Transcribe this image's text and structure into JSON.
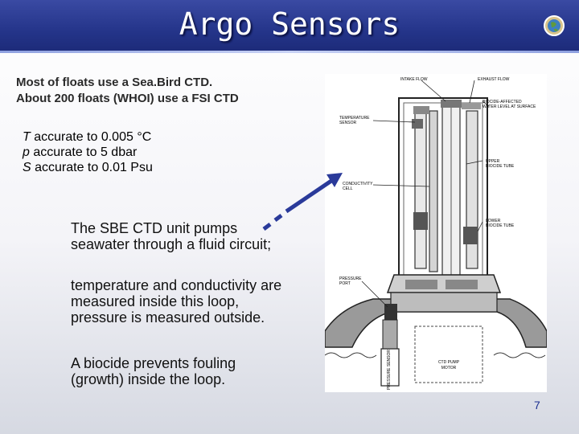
{
  "slide": {
    "title": "Argo Sensors",
    "line1": "Most of floats use a Sea.Bird CTD.",
    "line2": "About 200 floats (WHOI) use a FSI CTD",
    "accuracy": [
      {
        "var": "T",
        "text": " accurate to 0.005 °C"
      },
      {
        "var": "p",
        "text": " accurate to 5 dbar"
      },
      {
        "var": "S",
        "text": " accurate to 0.01 Psu"
      }
    ],
    "para1_line1": "The SBE CTD unit pumps",
    "para1_line2": "seawater through a fluid circuit;",
    "para2_line1": "temperature and conductivity are",
    "para2_line2": "measured inside this loop,",
    "para2_line3": "pressure is measured outside.",
    "para3_line1": "A biocide prevents fouling",
    "para3_line2": "(growth) inside the loop.",
    "page_number": "7"
  },
  "diagram": {
    "labels": {
      "intake": "INTAKE FLOW",
      "exhaust": "EXHAUST FLOW",
      "biocide_level_1": "BIOCIDE-AFFECTED",
      "biocide_level_2": "WATER LEVEL AT SURFACE",
      "temp_1": "TEMPERATURE",
      "temp_2": "SENSOR",
      "upper_1": "UPPER",
      "upper_2": "BIOCIDE TUBE",
      "cond_1": "CONDUCTIVITY",
      "cond_2": "CELL",
      "lower_1": "LOWER",
      "lower_2": "BIOCIDE TUBE",
      "press_1": "PRESSURE",
      "press_2": "PORT",
      "pump_1": "CTD PUMP",
      "pump_2": "MOTOR",
      "sensor": "PRESSURE SENSOR"
    }
  },
  "colors": {
    "title_bar": "#243489",
    "arrow": "#2a3a9a",
    "page_number": "#1a2e90"
  },
  "icons": {
    "logo": "globe-logo-icon",
    "arrow": "pointer-arrow-icon"
  }
}
